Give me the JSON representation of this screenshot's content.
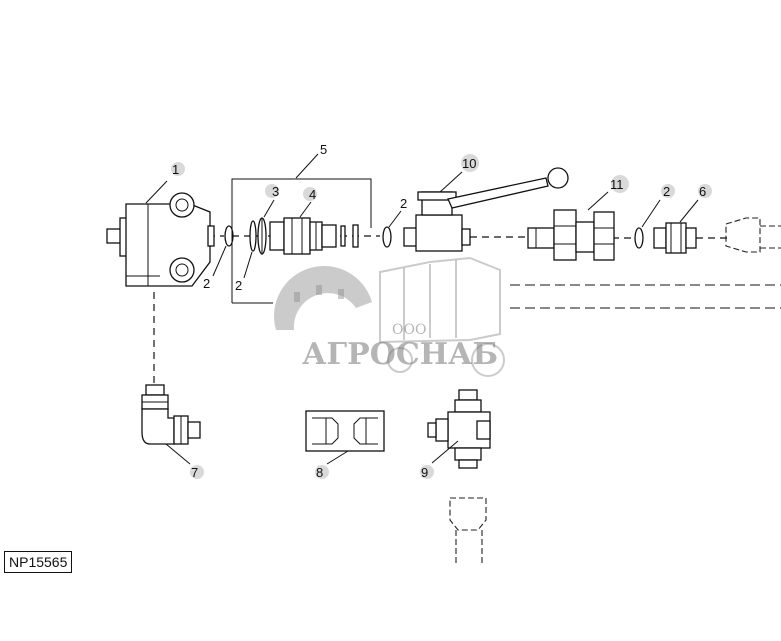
{
  "diagram": {
    "reference_code": "NP15565",
    "callouts": {
      "c1": "1",
      "c2a": "2",
      "c2b": "2",
      "c2c": "2",
      "c2d": "2",
      "c3": "3",
      "c4": "4",
      "c5": "5",
      "c6": "6",
      "c7": "7",
      "c8": "8",
      "c9": "9",
      "c10": "10",
      "c11": "11"
    },
    "watermark": {
      "small": "ООО",
      "brand": "АГРОСНАБ"
    }
  }
}
